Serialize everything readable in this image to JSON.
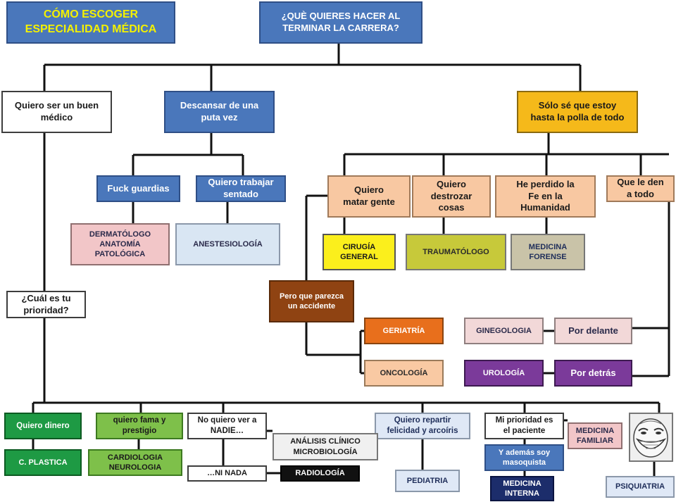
{
  "title": "CÓMO ESCOGER\nESPECIALIDAD MÉDICA",
  "question": "¿QUÈ QUIERES HACER AL\nTERMINAR LA CARRERA?",
  "branches": {
    "good_doctor": "Quiero ser un buen\nmédico",
    "rest": "Descansar de una\nputa vez",
    "fed_up": "Sólo sé que estoy\nhasta la polla de todo"
  },
  "rest_options": {
    "no_shifts": "Fuck guardias",
    "sit": "Quiero trabajar\nsentado"
  },
  "rest_results": {
    "derma": "DERMATÓLOGO\nANATOMÍA\nPATOLÓGICA",
    "anest": "ANESTESIOLOGÍA"
  },
  "fed_up_options": {
    "kill": "Quiero\nmatar gente",
    "destroy": "Quiero\ndestrozar\ncosas",
    "faith": "He perdido la\nFe en la\nHumanidad",
    "give_all": "Que le den\na todo"
  },
  "fed_up_results": {
    "surgery": "CIRUGÍA\nGENERAL",
    "trauma": "TRAUMATÓLOGO",
    "forensic": "MEDICINA\nFORENSE"
  },
  "accident": "Pero que parezca\nun accidente",
  "geriatrics": "GERIATRÍA",
  "oncology": "ONCOLOGÍA",
  "gyneco": "GINEGOLOGIA",
  "front": "Por delante",
  "urology": "UROLOGÍA",
  "behind": "Por detrás",
  "priority": "¿Cuál es tu\nprioridad?",
  "priorities": {
    "money": "Quiero dinero",
    "fame": "quiero fama y\nprestigio",
    "nobody": "No quiero ver a\nNADIE…",
    "happiness": "Quiero repartir\nfelicidad y arcoíris",
    "patient": "Mi prioridad es\nel paciente"
  },
  "priority_results": {
    "plastic": "C. PLASTICA",
    "cardio": "CARDIOLOGIA\nNEUROLOGIA",
    "lab": "ANÁLISIS CLÍNICO\nMICROBIOLOGÍA",
    "nothing": "…NI NADA",
    "radiology": "RADIOLOGÍA",
    "pediatrics": "PEDIATRIA",
    "family": "MEDICINA\nFAMILIAR",
    "masochist": "Y además soy\nmasoquista",
    "internal": "MEDICINA\nINTERNA",
    "psychiatry": "PSIQUIATRIA"
  },
  "icons": {
    "troll": "troll-face-icon"
  },
  "colors": {
    "line": "#111111",
    "blue": "#4a77bb",
    "yellow_text": "#f4f100"
  }
}
